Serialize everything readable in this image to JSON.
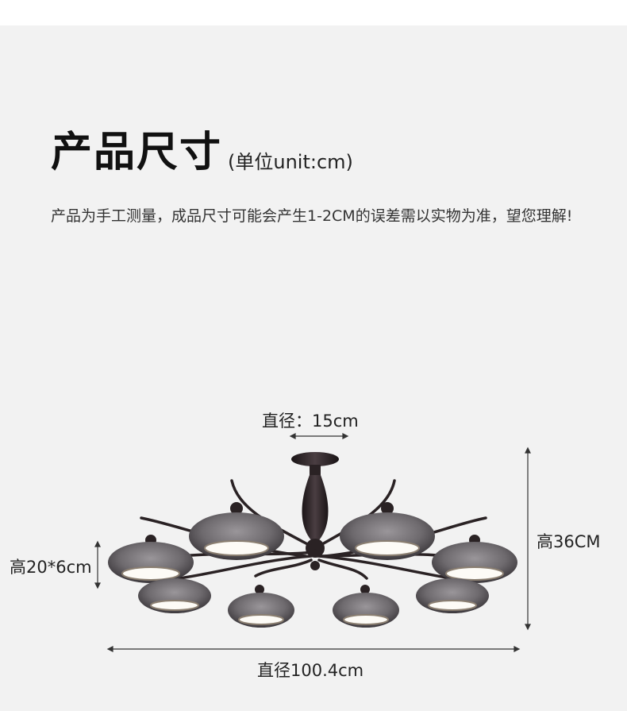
{
  "title": "产品尺寸",
  "unit_note": "(单位unit:cm)",
  "description": "产品为手工测量，成品尺寸可能会产生1-2CM的误差需以实物为准，望您理解!",
  "dimensions": {
    "shade_diameter": "直径：15cm",
    "total_height": "高36CM",
    "shade_height": "高20*6cm",
    "total_width": "直径100.4cm"
  },
  "colors": {
    "background": "#f2f2f2",
    "metal": "#2a2224",
    "glass": "#6e6a6e"
  }
}
